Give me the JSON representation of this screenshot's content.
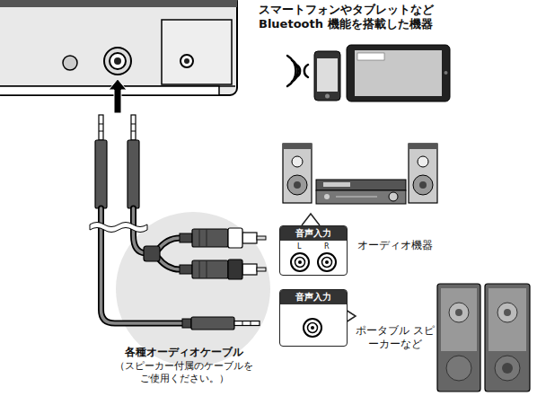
{
  "diagram": {
    "nodes": [
      {
        "text": [
          "音声入力",
          "L",
          "R"
        ]
      },
      {
        "text": [
          "音声入力"
        ]
      }
    ],
    "labels": [
      "スマートフォンやタブレットなど Bluetooth 機能を搭載した機器",
      "オーディオ機器",
      "ポータブル スピーカーなど",
      "各種オーディオケーブル",
      "（スピーカー付属のケーブルを ご使用ください。）"
    ]
  }
}
